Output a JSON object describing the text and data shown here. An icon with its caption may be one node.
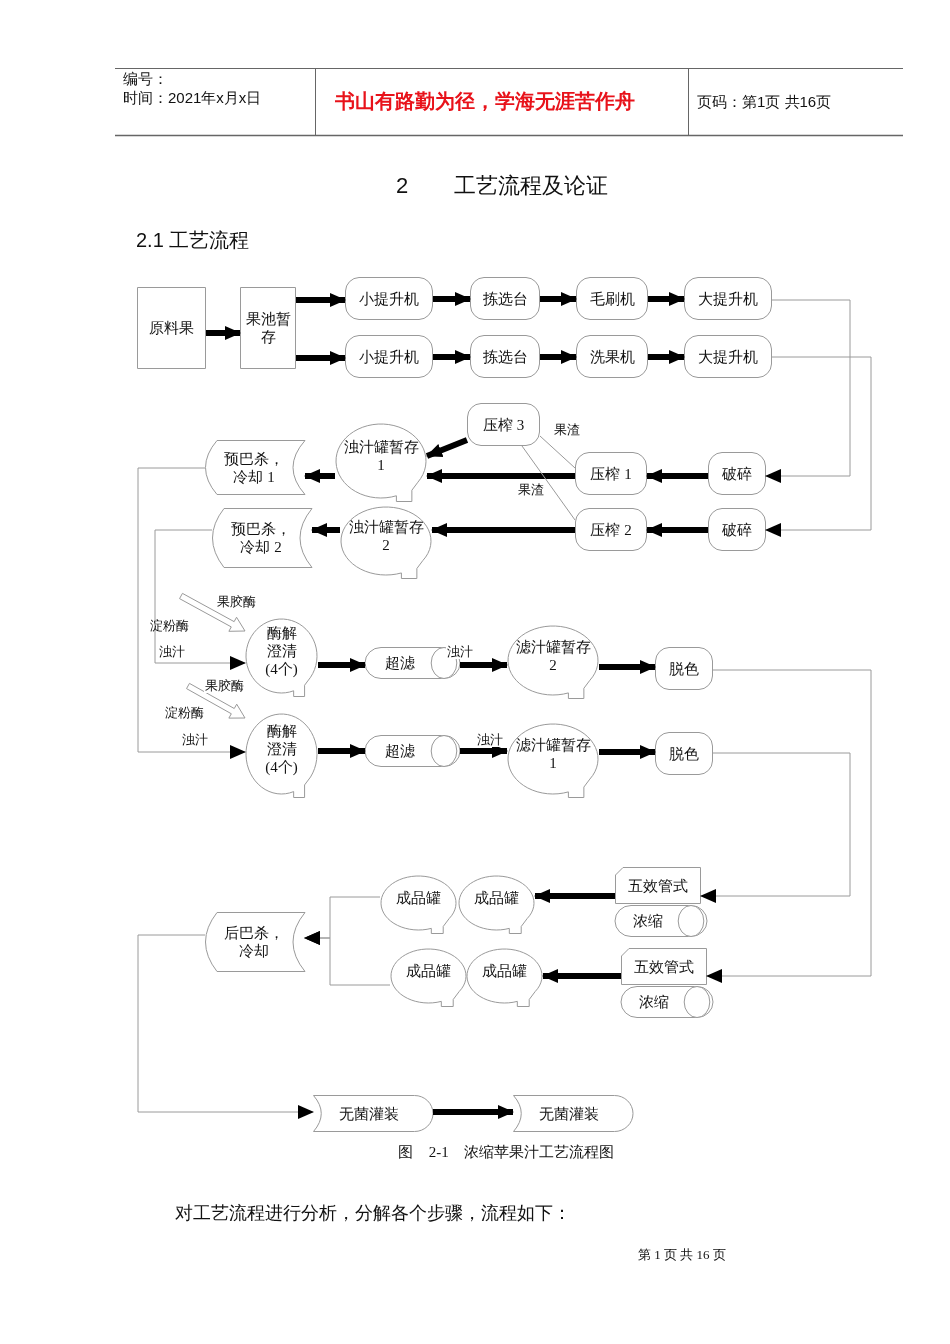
{
  "diagram": {
    "title": "2 工艺流程及论证",
    "caption": "图 2-1 浓缩苹果汁工艺流程图",
    "nodes": [
      {
        "text": [
          "原料果"
        ]
      },
      {
        "text": [
          "果池暂存"
        ]
      },
      {
        "text": [
          "小提升机"
        ]
      },
      {
        "text": [
          "拣选台"
        ]
      },
      {
        "text": [
          "毛刷机"
        ]
      },
      {
        "text": [
          "大提升机"
        ]
      },
      {
        "text": [
          "小提升机"
        ]
      },
      {
        "text": [
          "拣选台"
        ]
      },
      {
        "text": [
          "洗果机"
        ]
      },
      {
        "text": [
          "大提升机"
        ]
      },
      {
        "text": [
          "压榨 3"
        ]
      },
      {
        "text": [
          "浊汁罐暂存 1"
        ]
      },
      {
        "text": [
          "预巴杀，冷却 1"
        ]
      },
      {
        "text": [
          "压榨 1"
        ]
      },
      {
        "text": [
          "破碎"
        ]
      },
      {
        "text": [
          "预巴杀，冷却 2"
        ]
      },
      {
        "text": [
          "浊汁罐暂存 2"
        ]
      },
      {
        "text": [
          "压榨 2"
        ]
      },
      {
        "text": [
          "破碎"
        ]
      },
      {
        "text": [
          "酶解澄清(4个)"
        ]
      },
      {
        "text": [
          "超滤"
        ]
      },
      {
        "text": [
          "滤汁罐暂存 2"
        ]
      },
      {
        "text": [
          "脱色"
        ]
      },
      {
        "text": [
          "酶解澄清(4个)"
        ]
      },
      {
        "text": [
          "超滤"
        ]
      },
      {
        "text": [
          "滤汁罐暂存 1"
        ]
      },
      {
        "text": [
          "脱色"
        ]
      },
      {
        "text": [
          "后巴杀，冷却"
        ]
      },
      {
        "text": [
          "成品罐"
        ]
      },
      {
        "text": [
          "成品罐"
        ]
      },
      {
        "text": [
          "五效管式"
        ]
      },
      {
        "text": [
          "成品罐"
        ]
      },
      {
        "text": [
          "成品罐"
        ]
      },
      {
        "text": [
          "五效管式"
        ]
      },
      {
        "text": [
          "无菌灌装"
        ]
      },
      {
        "text": [
          "无菌灌装"
        ]
      },
      {
        "text": [
          "浓缩"
        ]
      },
      {
        "text": [
          "浓缩"
        ]
      }
    ],
    "edges": [
      {
        "from": 0,
        "to": 1,
        "arrow": "to"
      },
      {
        "from": 1,
        "to": 2,
        "arrow": "to"
      },
      {
        "from": 1,
        "to": 6,
        "arrow": "to"
      },
      {
        "from": 2,
        "to": 3,
        "arrow": "to"
      },
      {
        "from": 3,
        "to": 4,
        "arrow": "to"
      },
      {
        "from": 4,
        "to": 5,
        "arrow": "to"
      },
      {
        "from": 6,
        "to": 7,
        "arrow": "to"
      },
      {
        "from": 7,
        "to": 8,
        "arrow": "to"
      },
      {
        "from": 8,
        "to": 9,
        "arrow": "to"
      },
      {
        "from": 5,
        "to": 14,
        "arrow": "to",
        "color": "#9a9a9a"
      },
      {
        "from": 9,
        "to": 18,
        "arrow": "to",
        "color": "#9a9a9a"
      },
      {
        "from": 14,
        "to": 13,
        "arrow": "to"
      },
      {
        "from": 18,
        "to": 17,
        "arrow": "to"
      },
      {
        "from": 13,
        "to": 11,
        "arrow": "to"
      },
      {
        "from": 17,
        "to": 16,
        "arrow": "to"
      },
      {
        "from": 10,
        "to": 11,
        "arrow": "to"
      },
      {
        "from": 10,
        "to": 13,
        "arrow": "none",
        "label": "果渣",
        "color": "#9a9a9a"
      },
      {
        "from": 10,
        "to": 17,
        "arrow": "none",
        "label": "果渣",
        "color": "#9a9a9a"
      },
      {
        "from": 11,
        "to": 12,
        "arrow": "to"
      },
      {
        "from": 16,
        "to": 15,
        "arrow": "to"
      },
      {
        "from": 15,
        "to": 19,
        "arrow": "to",
        "label": "浊汁",
        "color": "#9a9a9a"
      },
      {
        "from": null,
        "to": 19,
        "arrow": "to",
        "label": "果胶酶"
      },
      {
        "from": 12,
        "to": 23,
        "arrow": "to",
        "label": "浊汁",
        "color": "#9a9a9a"
      },
      {
        "from": null,
        "to": 23,
        "arrow": "to",
        "label": "果胶酶"
      },
      {
        "from": 19,
        "to": 20,
        "arrow": "to"
      },
      {
        "from": 20,
        "to": 21,
        "arrow": "to",
        "label": "浊汁"
      },
      {
        "from": 21,
        "to": 22,
        "arrow": "to"
      },
      {
        "from": 23,
        "to": 24,
        "arrow": "to"
      },
      {
        "from": 24,
        "to": 25,
        "arrow": "to",
        "label": "浊汁"
      },
      {
        "from": 25,
        "to": 26,
        "arrow": "to"
      },
      {
        "from": 26,
        "to": 30,
        "arrow": "to",
        "color": "#9a9a9a"
      },
      {
        "from": 22,
        "to": 33,
        "arrow": "to",
        "color": "#9a9a9a"
      },
      {
        "from": 30,
        "to": 29,
        "arrow": "to"
      },
      {
        "from": 33,
        "to": 32,
        "arrow": "to"
      },
      {
        "from": 28,
        "to": 27,
        "arrow": "to",
        "color": "#9a9a9a"
      },
      {
        "from": 31,
        "to": 27,
        "arrow": "to",
        "color": "#9a9a9a"
      },
      {
        "from": 27,
        "to": 34,
        "arrow": "to",
        "color": "#9a9a9a"
      },
      {
        "from": 34,
        "to": 35,
        "arrow": "to"
      }
    ],
    "labels": [
      "编号：",
      "时间：2021年x月x日",
      "书山有路勤为径，学海无涯苦作舟",
      "页码：第1页 共16页",
      "2.1 工艺流程",
      "淀粉酶",
      "淀粉酶",
      "对工艺流程进行分析，分解各个步骤，流程如下：",
      "第 1 页 共 16 页"
    ]
  }
}
